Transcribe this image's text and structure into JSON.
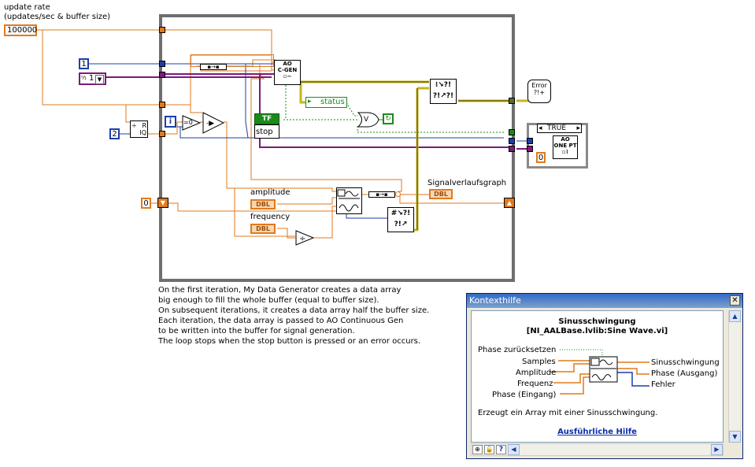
{
  "diagram": {
    "update_rate_label_line1": "update rate",
    "update_rate_label_line2": "(updates/sec & buffer size)",
    "update_rate_value": "100000",
    "channel_value": "1",
    "device_ring": "1",
    "divisor_constant": "2",
    "iteration_terminal": "i",
    "eq_zero": "=0",
    "cgen_label_line1": "AO",
    "cgen_label_line2": "C-GEN",
    "status_label": "status",
    "tf_label": "TF",
    "stop_label": "stop",
    "or_label": "V",
    "amplitude_label": "amplitude",
    "frequency_label": "frequency",
    "dbl_tag": "DBL",
    "graph_label": "Signalverlaufsgraph",
    "shift_init_value": "0",
    "error_label": "Error",
    "case_selector": "TRUE",
    "ao_onept_line1": "AO",
    "ao_onept_line2": "ONE PT",
    "onept_const": "0",
    "comment_lines": [
      "On the first iteration, My Data Generator creates a data array",
      "big enough to fill the whole buffer (equal to buffer size).",
      "On subsequent iterations, it creates a data array half the buffer size.",
      "Each iteration, the data array is passed to AO Continuous Gen",
      "to be written into the buffer for signal generation.",
      "The loop stops when the stop button is pressed or an error occurs."
    ]
  },
  "context_help": {
    "window_title": "Kontexthilfe",
    "close_glyph": "✕",
    "vi_name": "Sinusschwingung",
    "vi_path": "[NI_AALBase.lvlib:Sine Wave.vi]",
    "inputs": [
      "Phase zurücksetzen",
      "Samples",
      "Amplitude",
      "Frequenz",
      "Phase (Eingang)"
    ],
    "outputs": [
      "Sinusschwingung",
      "Phase (Ausgang)",
      "Fehler"
    ],
    "description": "Erzeugt ein Array mit einer Sinusschwingung.",
    "detail_link": "Ausführliche Hilfe"
  },
  "colors": {
    "numeric_wire": "#e07a1c",
    "int_wire": "#1b3fa8",
    "error_wire": "#c7b61a",
    "bool_wire": "#1a8a1a",
    "refnum_wire": "#7b1a7b",
    "loop_frame": "#6e6e6e"
  }
}
